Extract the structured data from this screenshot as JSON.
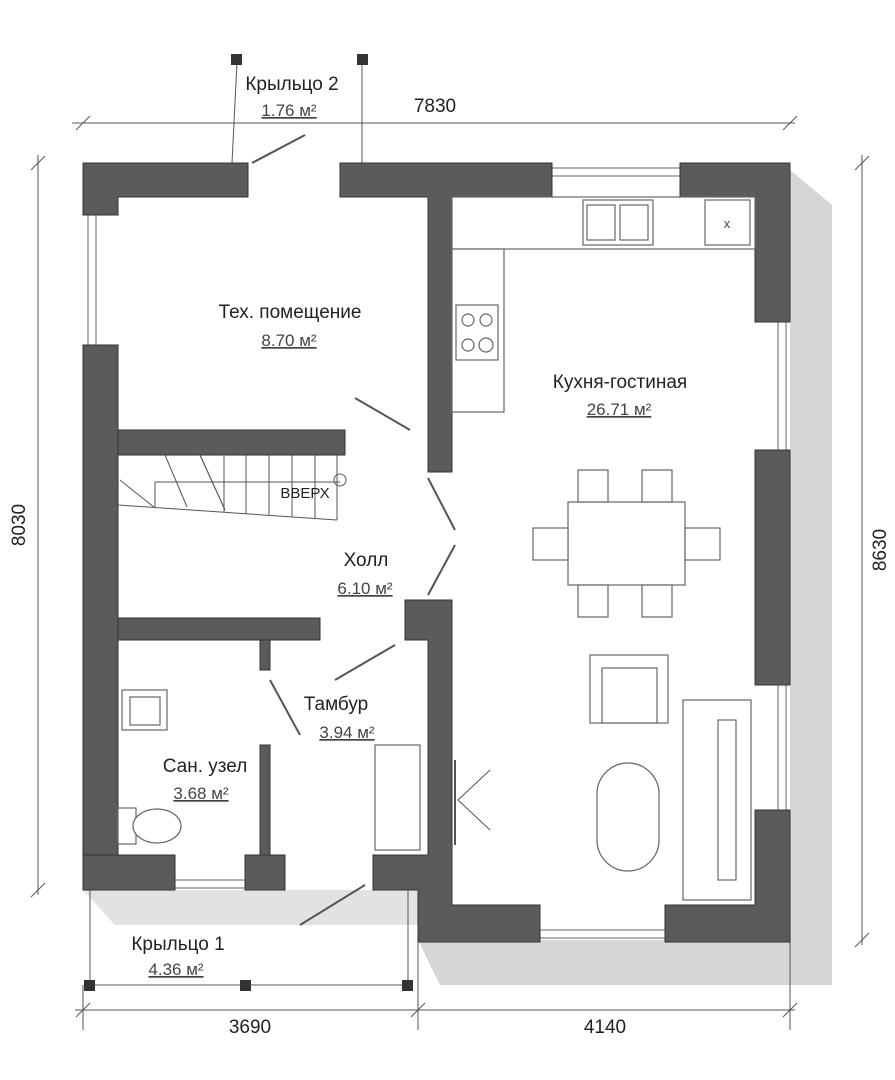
{
  "colors": {
    "wall": "#5b5b5b",
    "shadow": "#d4d4d4"
  },
  "rooms": [
    {
      "name": "Тех. помещение",
      "area": "8.70 м²"
    },
    {
      "name": "Кухня-гостиная",
      "area": "26.71 м²"
    },
    {
      "name": "Холл",
      "area": "6.10 м²"
    },
    {
      "name": "Тамбур",
      "area": "3.94 м²"
    },
    {
      "name": "Сан. узел",
      "area": "3.68 м²"
    },
    {
      "name": "Крыльцо 1",
      "area": "4.36 м²"
    },
    {
      "name": "Крыльцо 2",
      "area": "1.76 м²"
    }
  ],
  "stairs": {
    "label": "ВВЕРХ"
  },
  "dimensions": {
    "top": "7830",
    "left": "8030",
    "right": "8630",
    "bottom_left": "3690",
    "bottom_right": "4140"
  }
}
